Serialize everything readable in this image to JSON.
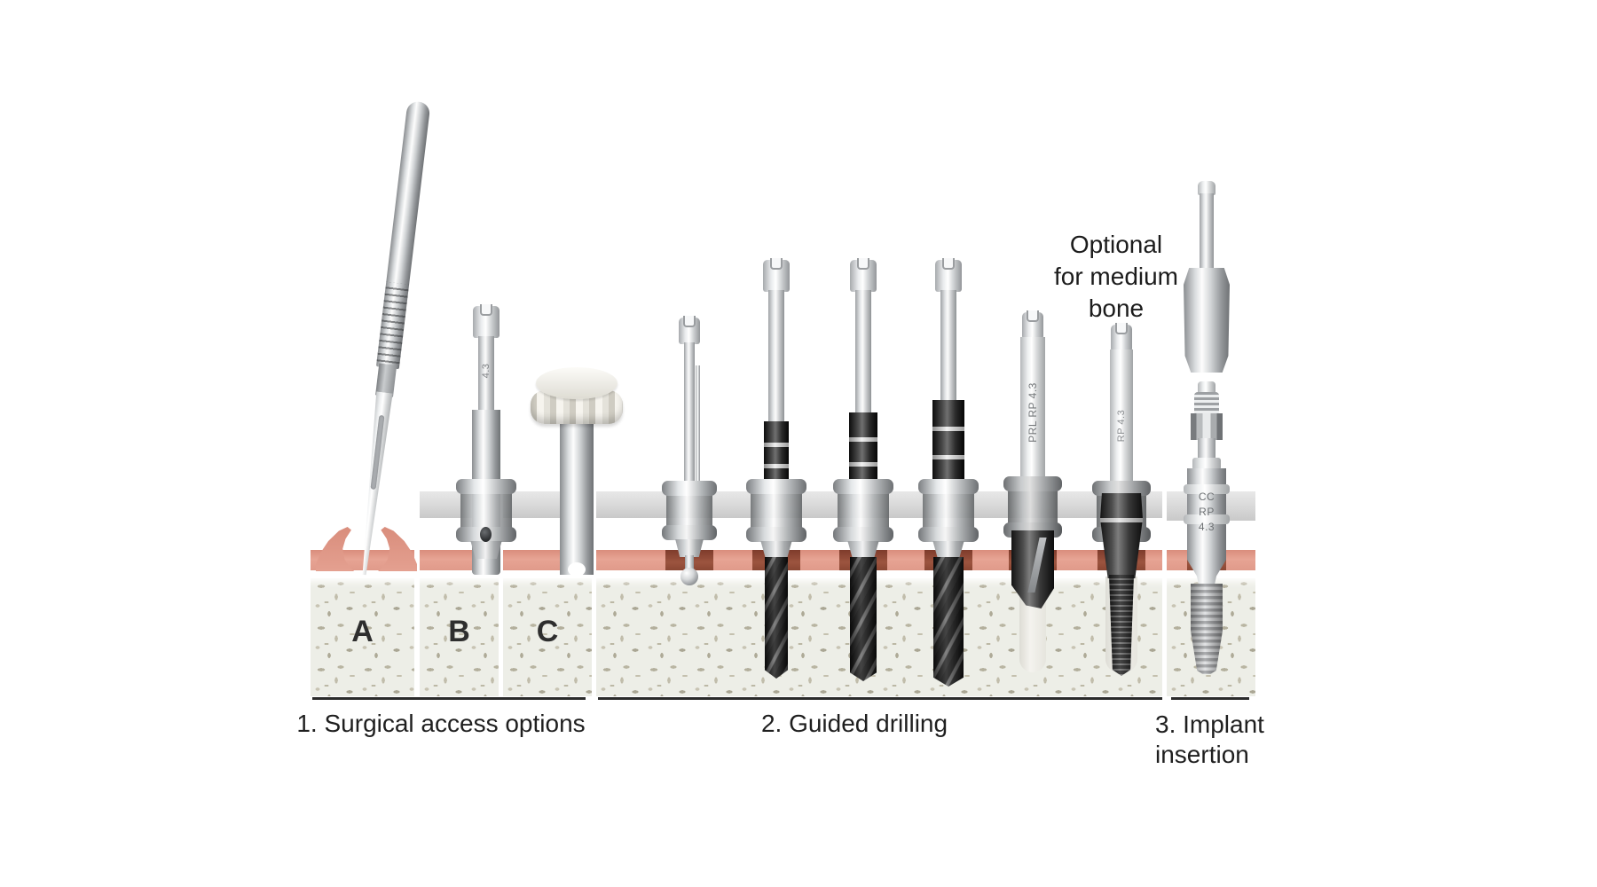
{
  "annotation": {
    "line1": "Optional",
    "line2": "for medium",
    "line3": "bone"
  },
  "bone_labels": {
    "a": "A",
    "b": "B",
    "c": "C"
  },
  "sections": [
    {
      "caption": "1. Surgical access options"
    },
    {
      "caption": "2. Guided drilling"
    },
    {
      "caption": "3. Implant insertion"
    }
  ],
  "markings": {
    "tissue_punch": "4.3",
    "profile_drill": "PRL RP 4.3",
    "tap": "RP 4.3",
    "implant_driver_line1": "CC",
    "implant_driver_line2": "RP",
    "implant_driver_line3": "4.3"
  },
  "colors": {
    "gum": "#e4a090",
    "gum_entry_dark": "#8c4434",
    "bone": "#edeee7",
    "surgical_guide": "#d8d8d8",
    "drill_dark": "#1d1d1d",
    "text": "#1f1f1f"
  }
}
